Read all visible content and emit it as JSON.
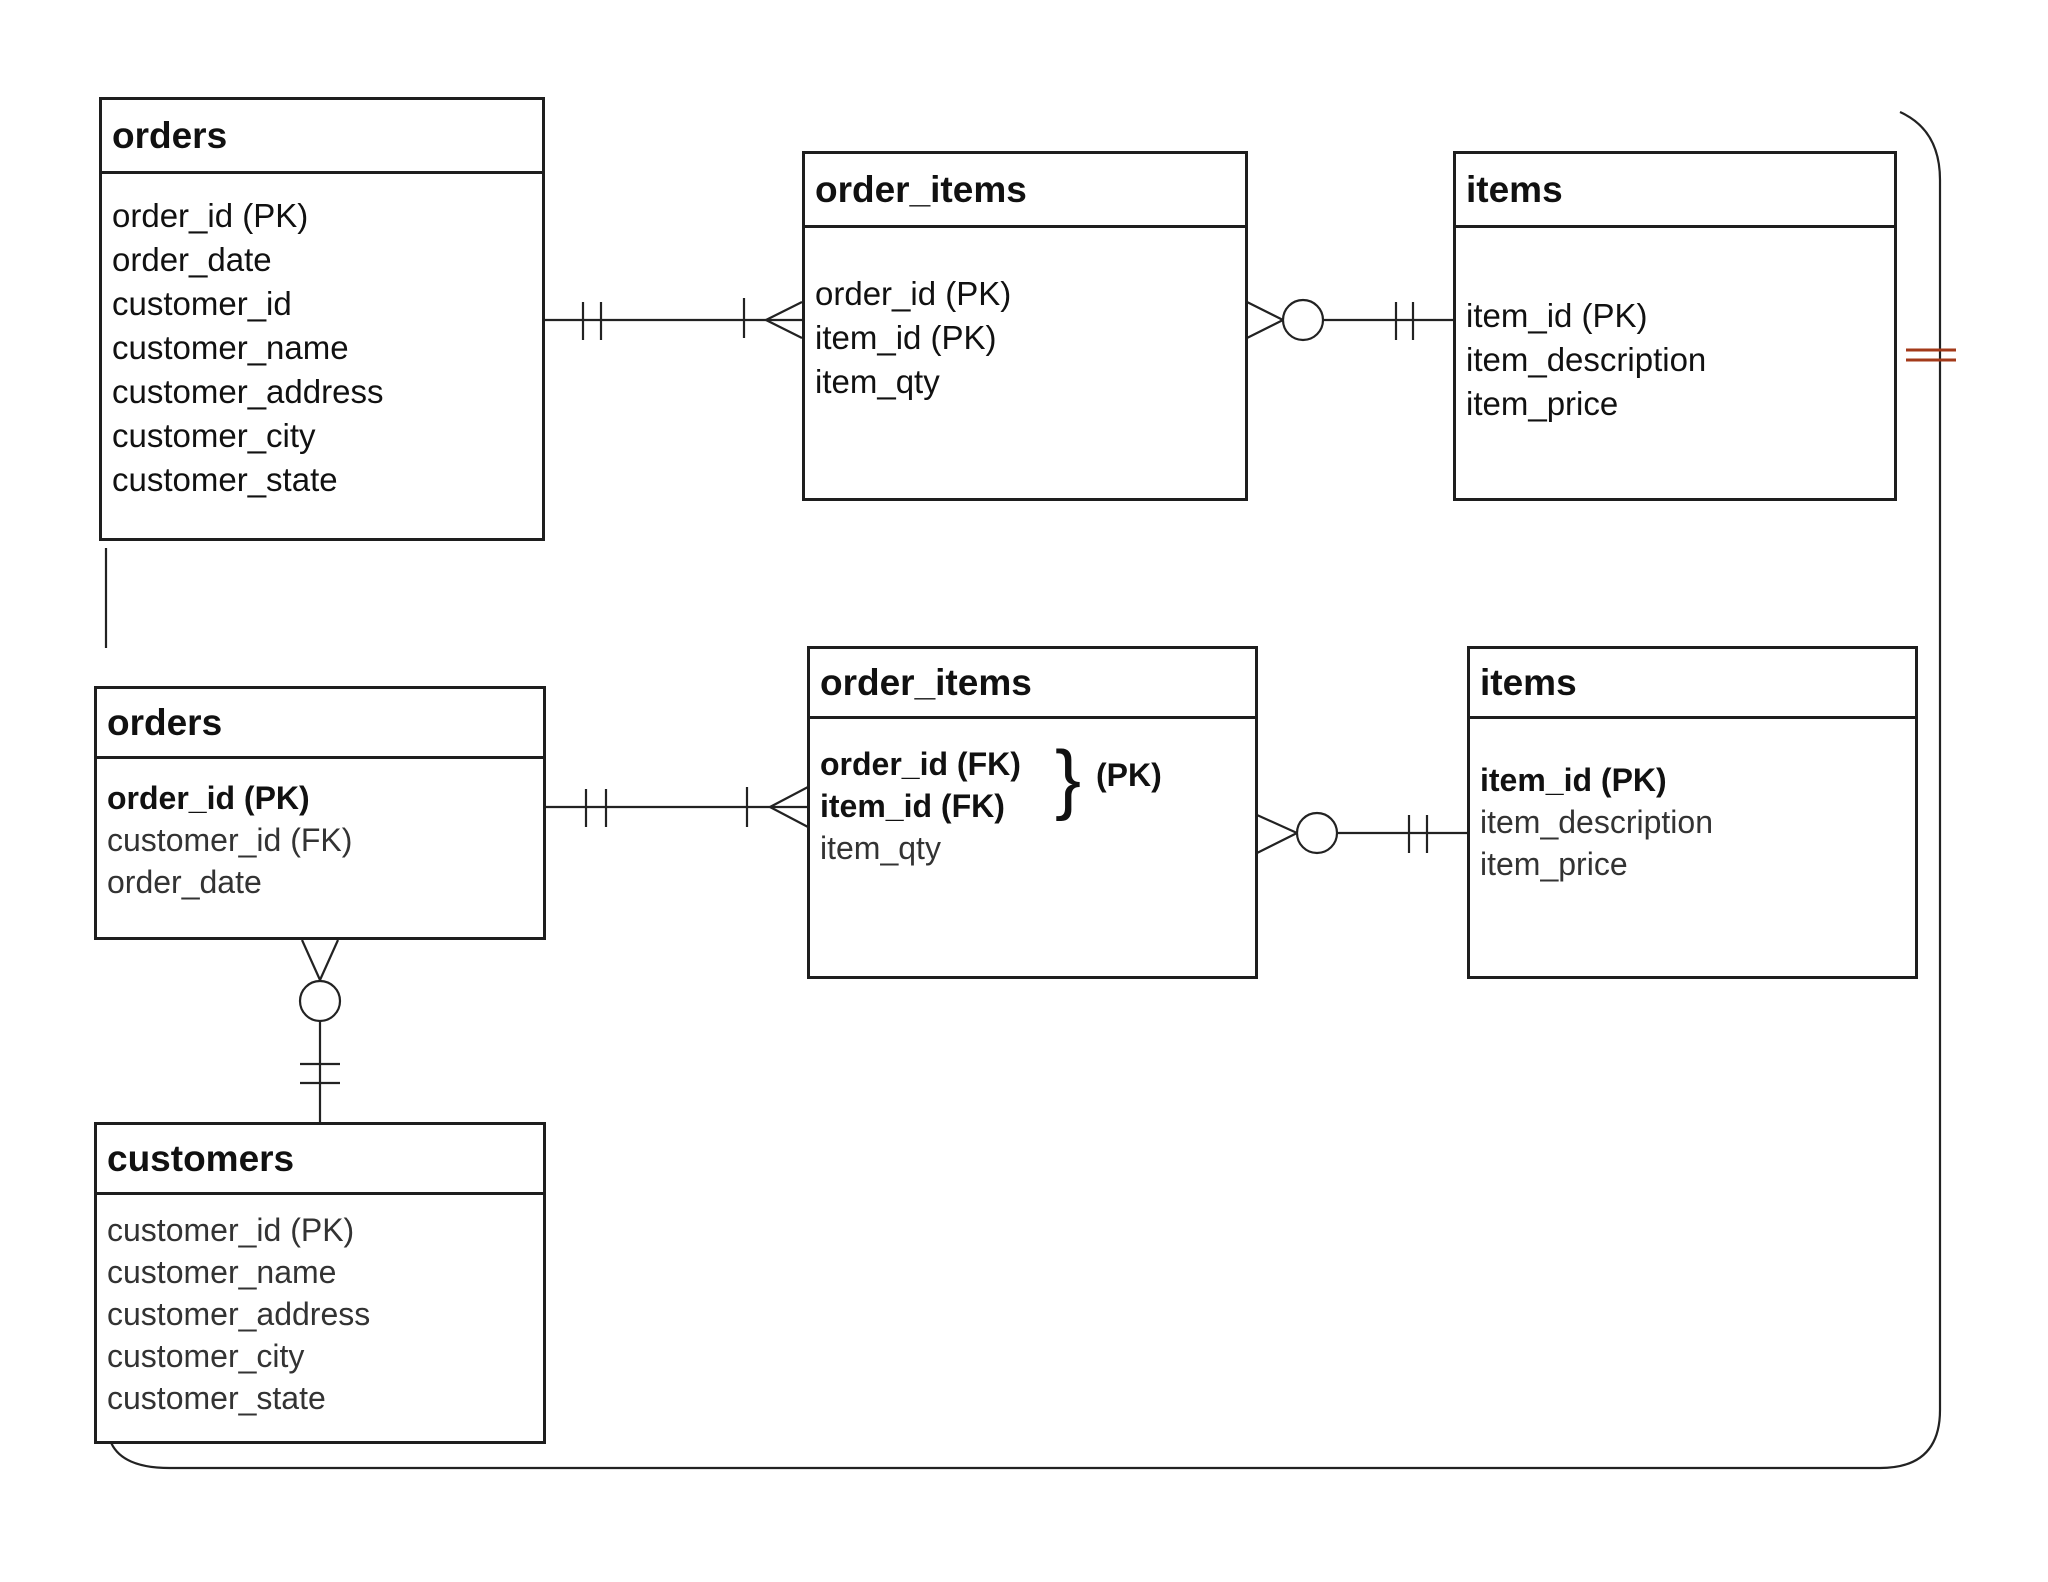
{
  "top": {
    "orders": {
      "title": "orders",
      "attributes": [
        "order_id (PK)",
        "order_date",
        "customer_id",
        "customer_name",
        "customer_address",
        "customer_city",
        "customer_state"
      ]
    },
    "order_items": {
      "title": "order_items",
      "attributes": [
        "order_id (PK)",
        "item_id (PK)",
        "item_qty"
      ]
    },
    "items": {
      "title": "items",
      "attributes": [
        "item_id (PK)",
        "item_description",
        "item_price"
      ]
    }
  },
  "bottom": {
    "orders": {
      "title": "orders",
      "attributes": [
        "order_id (PK)",
        "customer_id (FK)",
        "order_date"
      ]
    },
    "order_items": {
      "title": "order_items",
      "attributes": [
        "order_id (FK)",
        "item_id (FK)",
        "item_qty"
      ],
      "brace": "}",
      "composite_key_note": "(PK)"
    },
    "items": {
      "title": "items",
      "attributes": [
        "item_id (PK)",
        "item_description",
        "item_price"
      ]
    },
    "customers": {
      "title": "customers",
      "attributes": [
        "customer_id (PK)",
        "customer_name",
        "customer_address",
        "customer_city",
        "customer_state"
      ]
    }
  },
  "colors": {
    "line": "#222222",
    "accent_marks": "#a33a1a"
  }
}
